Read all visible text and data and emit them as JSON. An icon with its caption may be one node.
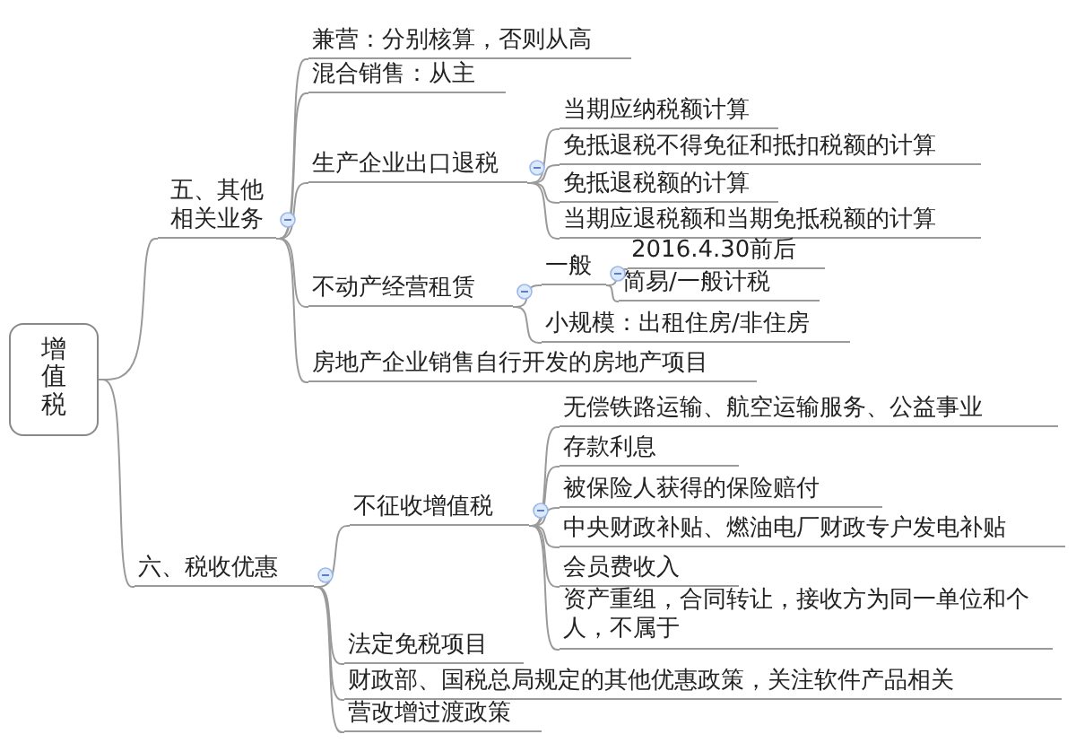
{
  "diagram": {
    "nodes": [
      {
        "text": [
          "增值税"
        ]
      },
      {
        "text": [
          "五、其他相关业务"
        ]
      },
      {
        "text": [
          "兼营：分别核算，否则从高"
        ]
      },
      {
        "text": [
          "混合销售：从主"
        ]
      },
      {
        "text": [
          "生产企业出口退税"
        ]
      },
      {
        "text": [
          "当期应纳税额计算"
        ]
      },
      {
        "text": [
          "免抵退税不得免征和抵扣税额的计算"
        ]
      },
      {
        "text": [
          "免抵退税额的计算"
        ]
      },
      {
        "text": [
          "当期应退税额和当期免抵税额的计算"
        ]
      },
      {
        "text": [
          "不动产经营租赁"
        ]
      },
      {
        "text": [
          "一般"
        ]
      },
      {
        "text": [
          "2016.4.30前后"
        ]
      },
      {
        "text": [
          "简易/一般计税"
        ]
      },
      {
        "text": [
          "小规模：出租住房/非住房"
        ]
      },
      {
        "text": [
          "房地产企业销售自行开发的房地产项目"
        ]
      },
      {
        "text": [
          "六、税收优惠"
        ]
      },
      {
        "text": [
          "不征收增值税"
        ]
      },
      {
        "text": [
          "无偿铁路运输、航空运输服务、公益事业"
        ]
      },
      {
        "text": [
          "存款利息"
        ]
      },
      {
        "text": [
          "被保险人获得的保险赔付"
        ]
      },
      {
        "text": [
          "中央财政补贴、燃油电厂财政专户发电补贴"
        ]
      },
      {
        "text": [
          "会员费收入"
        ]
      },
      {
        "text": [
          "资产重组，合同转让，接收方为同一单位和个人，不属于"
        ]
      },
      {
        "text": [
          "法定免税项目"
        ]
      },
      {
        "text": [
          "财政部、国税总局规定的其他优惠政策，关注软件产品相关"
        ]
      },
      {
        "text": [
          "营改增过渡政策"
        ]
      }
    ],
    "edges": [
      {
        "from": 0,
        "to": 1,
        "arrow": "none"
      },
      {
        "from": 1,
        "to": 2,
        "arrow": "none"
      },
      {
        "from": 1,
        "to": 3,
        "arrow": "none"
      },
      {
        "from": 1,
        "to": 4,
        "arrow": "none"
      },
      {
        "from": 4,
        "to": 5,
        "arrow": "none"
      },
      {
        "from": 4,
        "to": 6,
        "arrow": "none"
      },
      {
        "from": 4,
        "to": 7,
        "arrow": "none"
      },
      {
        "from": 4,
        "to": 8,
        "arrow": "none"
      },
      {
        "from": 1,
        "to": 9,
        "arrow": "none"
      },
      {
        "from": 9,
        "to": 10,
        "arrow": "none"
      },
      {
        "from": 10,
        "to": 11,
        "arrow": "none"
      },
      {
        "from": 10,
        "to": 12,
        "arrow": "none"
      },
      {
        "from": 9,
        "to": 13,
        "arrow": "none"
      },
      {
        "from": 1,
        "to": 14,
        "arrow": "none"
      },
      {
        "from": 0,
        "to": 15,
        "arrow": "none"
      },
      {
        "from": 15,
        "to": 16,
        "arrow": "none"
      },
      {
        "from": 16,
        "to": 17,
        "arrow": "none"
      },
      {
        "from": 16,
        "to": 18,
        "arrow": "none"
      },
      {
        "from": 16,
        "to": 19,
        "arrow": "none"
      },
      {
        "from": 16,
        "to": 20,
        "arrow": "none"
      },
      {
        "from": 16,
        "to": 21,
        "arrow": "none"
      },
      {
        "from": 16,
        "to": 22,
        "arrow": "none"
      },
      {
        "from": 15,
        "to": 23,
        "arrow": "none"
      },
      {
        "from": 15,
        "to": 24,
        "arrow": "none"
      },
      {
        "from": 15,
        "to": 25,
        "arrow": "none"
      }
    ]
  }
}
